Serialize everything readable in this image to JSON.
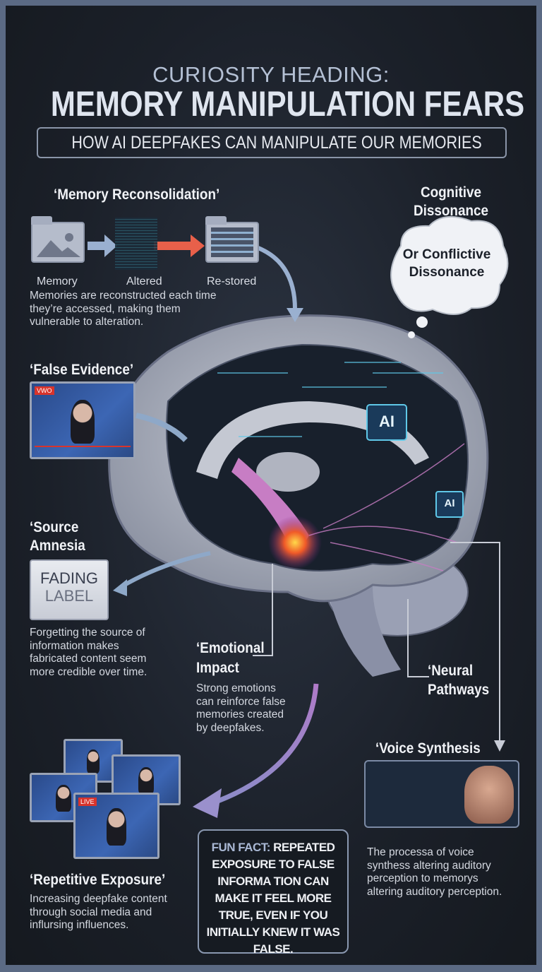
{
  "header": {
    "kicker": "CURIOSITY HEADING:",
    "title": "MEMORY MANIPULATION FEARS",
    "subtitle": "HOW AI DEEPFAKES CAN MANIPULATE OUR MEMORIES"
  },
  "reconsolidation": {
    "heading": "‘Memory Reconsolidation’",
    "steps": [
      "Memory",
      "Altered",
      "Re-stored"
    ],
    "text": "Memories are reconstructed each time they’re accessed, making them vulnerable to alteration."
  },
  "dissonance": {
    "heading": "Cognitive Dissonance",
    "bubble": "Or Conflictive Dissonance"
  },
  "false_evidence": {
    "heading": "‘False Evidence’",
    "video_badge": "VWO"
  },
  "brain": {
    "chip_labels": [
      "AI",
      "AI"
    ]
  },
  "source_amnesia": {
    "heading": "‘Source Amnesia",
    "label_card": [
      "FADING",
      "LABEL"
    ],
    "text": "Forgetting the source of information makes fabricated content seem more credible over time."
  },
  "emotional_impact": {
    "heading": "‘Emotional Impact",
    "text": "Strong emotions can reinforce false memories created by deepfakes."
  },
  "neural_pathways": {
    "heading": "‘Neural Pathways"
  },
  "voice_synthesis": {
    "heading": "‘Voice Synthesis",
    "text": "The processa of voice synthess altering auditory perception to memorys altering auditory perception."
  },
  "repetitive_exposure": {
    "heading": "‘Repetitive Exposure’",
    "text": "Increasing deepfake content through social media and inflursing influences.",
    "badge": "LIVE"
  },
  "fun_fact": {
    "label": "FUN FACT:",
    "text": "REPEATED EXPOSURE TO FALSE INFORMA TION CAN MAKE IT FEEL MORE TRUE, EVEN IF YOU INITIALLY KNEW IT WAS FALSE."
  },
  "colors": {
    "background": "#1b2029",
    "frame": "#5b6a84",
    "accent_arrow": "#e8604a",
    "pathway": "#c77dc4",
    "ai_glow": "#5fc8e8"
  }
}
